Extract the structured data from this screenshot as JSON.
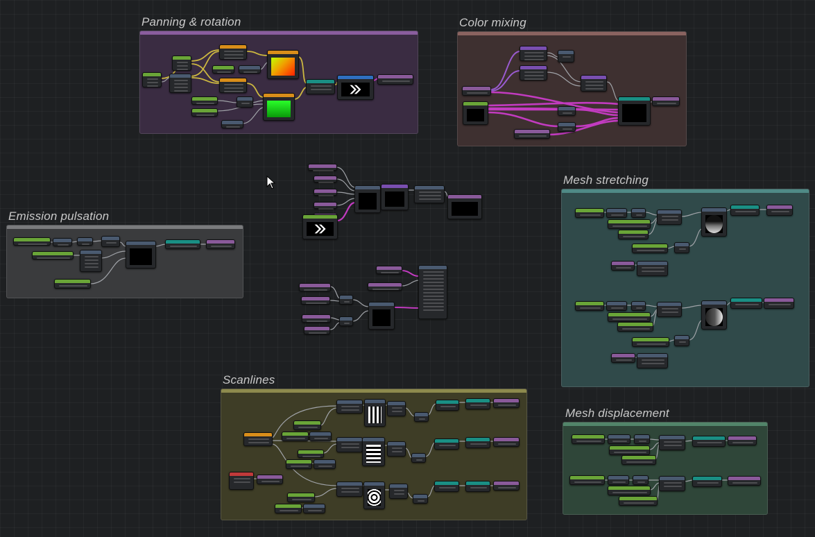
{
  "groups": [
    {
      "id": "panning",
      "title": "Panning & rotation",
      "color": "#3a2c42",
      "bar": "#8a5d9e"
    },
    {
      "id": "colormix",
      "title": "Color mixing",
      "color": "#3e3030",
      "bar": "#8a6360"
    },
    {
      "id": "emission",
      "title": "Emission pulsation",
      "color": "#3a3b3d",
      "bar": "#7a7b7d"
    },
    {
      "id": "meshstretch",
      "title": "Mesh stretching",
      "color": "#304a4a",
      "bar": "#4f8a86"
    },
    {
      "id": "scanlines",
      "title": "Scanlines",
      "color": "#3e3d26",
      "bar": "#8d8a4d"
    },
    {
      "id": "meshdisp",
      "title": "Mesh displacement",
      "color": "#2f4639",
      "bar": "#52856a"
    }
  ],
  "colors": {
    "green": "#6aa538",
    "orange": "#d98e1a",
    "teal": "#1a8f84",
    "purple": "#7a4fb0",
    "mauve": "#8a5a9a",
    "slate": "#4a5a70",
    "blue": "#2f6fc0",
    "red": "#c03a3a",
    "wire_yellow": "#cdb840",
    "wire_magenta": "#c23bc0",
    "wire_grey": "#a0a3a8",
    "wire_purple": "#9a5bd0"
  }
}
